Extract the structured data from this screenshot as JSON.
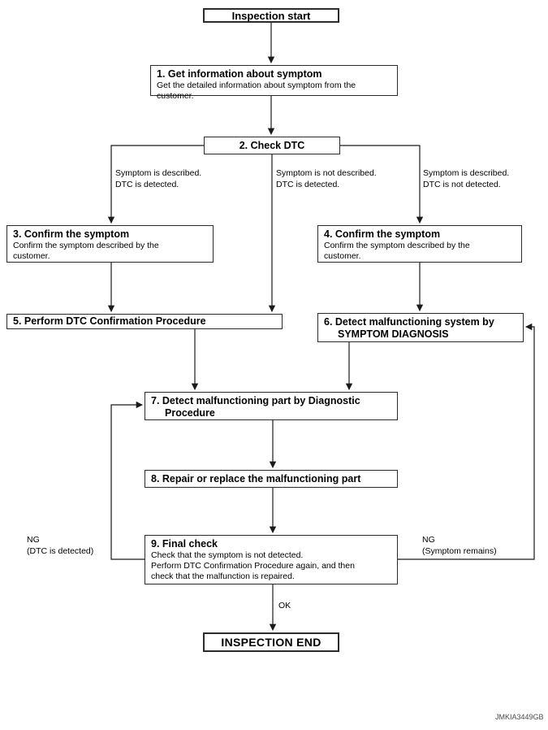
{
  "diagram": {
    "type": "flowchart",
    "nodes": {
      "start": {
        "label": "Inspection start"
      },
      "step1": {
        "title": "1. Get information about symptom",
        "body": "Get the detailed information about symptom from the\ncustomer."
      },
      "step2": {
        "title": "2. Check DTC"
      },
      "step3": {
        "title": "3. Confirm the symptom",
        "body": "Confirm the symptom described by the\ncustomer."
      },
      "step4": {
        "title": "4. Confirm the symptom",
        "body": "Confirm the symptom described by the\ncustomer."
      },
      "step5": {
        "title": "5. Perform DTC Confirmation Procedure"
      },
      "step6": {
        "title_line1": "6. Detect malfunctioning system by",
        "title_line2": "SYMPTOM DIAGNOSIS"
      },
      "step7": {
        "title_line1": "7. Detect malfunctioning part by Diagnostic",
        "title_line2": "Procedure"
      },
      "step8": {
        "title": "8. Repair or replace the malfunctioning part"
      },
      "step9": {
        "title": "9. Final check",
        "body": "Check that the symptom is not detected.\nPerform DTC Confirmation Procedure again, and then\ncheck that the malfunction is repaired."
      },
      "end": {
        "label": "INSPECTION END"
      }
    },
    "edge_labels": {
      "branch_left": "Symptom is described.\nDTC is detected.",
      "branch_middle": "Symptom is not described.\nDTC is detected.",
      "branch_right": "Symptom is described.\nDTC is not detected.",
      "ng_left": "NG\n(DTC is detected)",
      "ng_right": "NG\n(Symptom remains)",
      "ok": "OK"
    },
    "watermark": "JMKIA3449GB",
    "colors": {
      "line": "#1a1a1a",
      "border": "#2b2b2b",
      "text": "#000000",
      "background": "#ffffff"
    }
  }
}
